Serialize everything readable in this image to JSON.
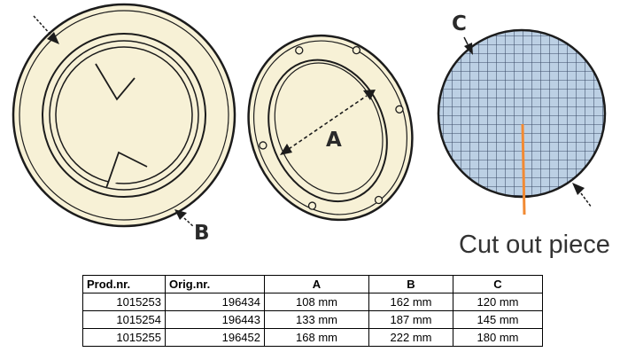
{
  "labels": {
    "a": "A",
    "b": "B",
    "c": "C",
    "cut_out": "Cut out piece"
  },
  "colors": {
    "cream": "#f7f1d6",
    "outline": "#1c1c1c",
    "mesh_fill": "#bcd0e4",
    "mesh_line": "#3a4a66",
    "cut_line": "#f28a33"
  },
  "table": {
    "headers": [
      "Prod.nr.",
      "Orig.nr.",
      "A",
      "B",
      "C"
    ],
    "rows": [
      [
        "1015253",
        "196434",
        "108 mm",
        "162 mm",
        "120 mm"
      ],
      [
        "1015254",
        "196443",
        "133 mm",
        "187 mm",
        "145 mm"
      ],
      [
        "1015255",
        "196452",
        "168 mm",
        "222 mm",
        "180 mm"
      ]
    ]
  }
}
